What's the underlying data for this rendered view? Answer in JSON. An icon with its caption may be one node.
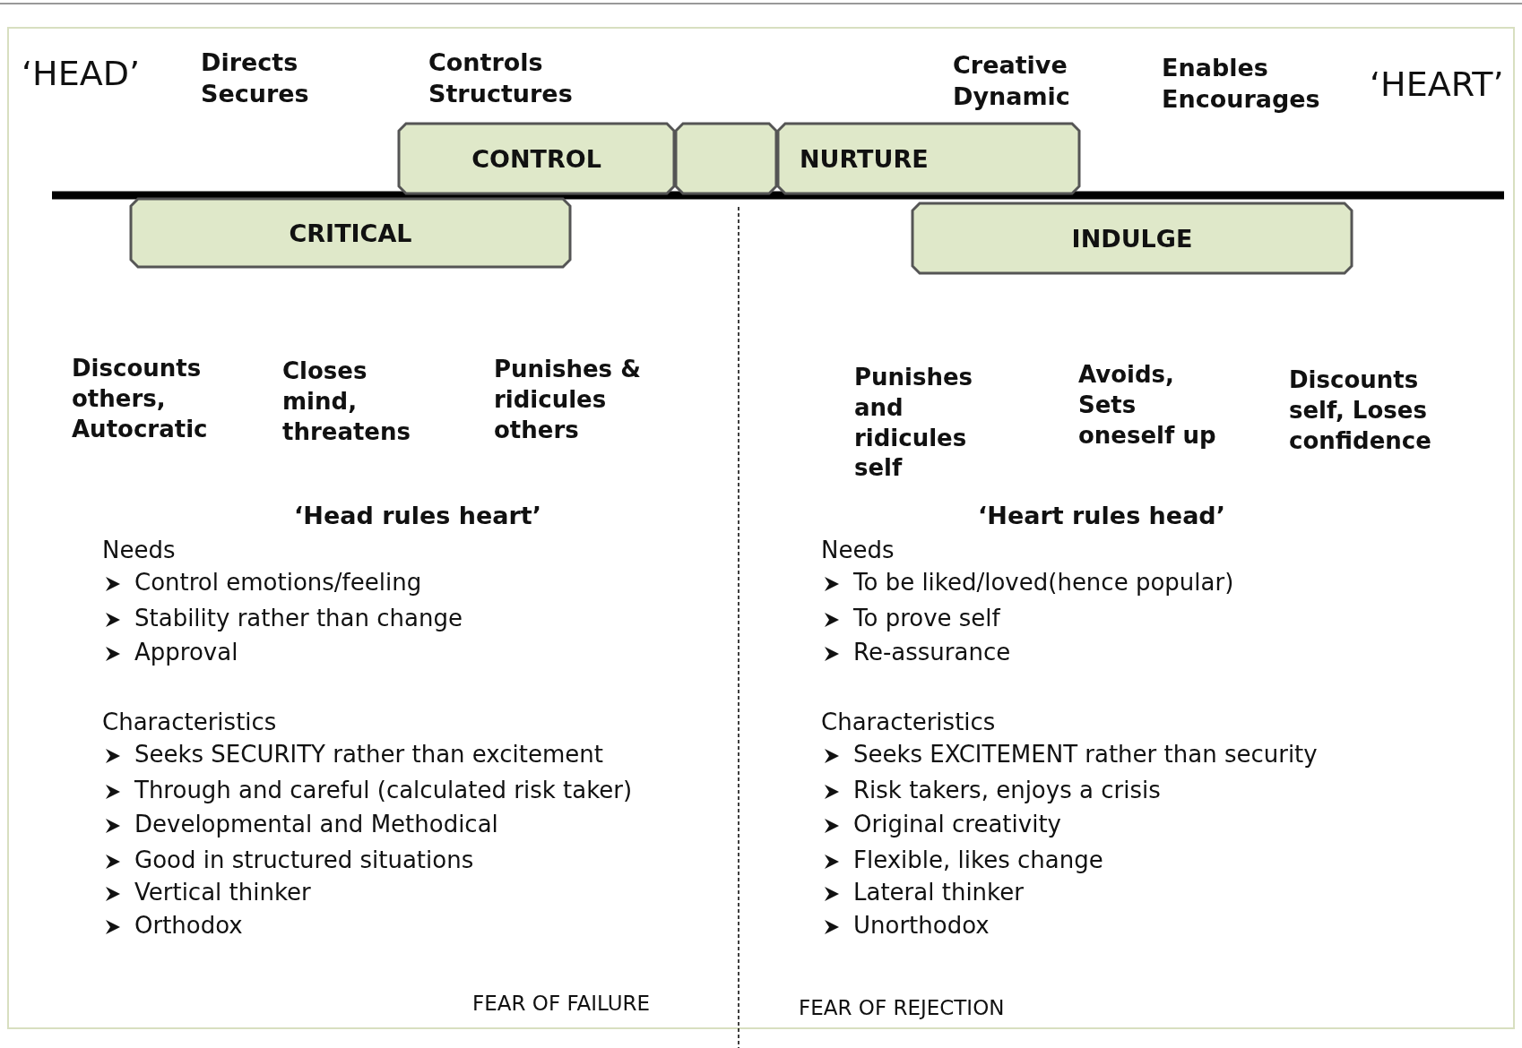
{
  "diagram": {
    "nodes": [
      {
        "text": [
          "CONTROL"
        ]
      },
      {
        "text": [],
        "shape": "box"
      },
      {
        "text": [
          "NURTURE"
        ]
      },
      {
        "text": [
          "CRITICAL"
        ]
      },
      {
        "text": [
          "INDULGE"
        ]
      }
    ],
    "labels": [
      "‘HEAD’",
      "Directs Secures",
      "Controls Structures",
      "Creative Dynamic",
      "Enables Encourages",
      "‘HEART’",
      "Discounts others, Autocratic",
      "Closes mind, threatens",
      "Punishes & ridicules others",
      "Punishes and ridicules self",
      "Avoids, Sets oneself up",
      "Discounts self, Loses confidence",
      "‘Head rules heart’",
      "‘Heart rules head’",
      "Needs",
      "Control emotions/feeling",
      "Stability rather than change",
      "Approval",
      "Characteristics",
      "Seeks SECURITY rather than excitement",
      "Through and careful (calculated risk taker)",
      "Developmental and Methodical",
      "Good in structured situations",
      "Vertical thinker",
      "Orthodox",
      "Needs",
      "To be liked/loved(hence popular)",
      "To prove self",
      "Re-assurance",
      "Characteristics",
      "Seeks EXCITEMENT rather than security",
      "Risk takers, enjoys a crisis",
      "Original creativity",
      "Flexible, likes change",
      "Lateral thinker",
      "Unorthodox",
      "FEAR OF FAILURE",
      "FEAR OF REJECTION"
    ]
  }
}
